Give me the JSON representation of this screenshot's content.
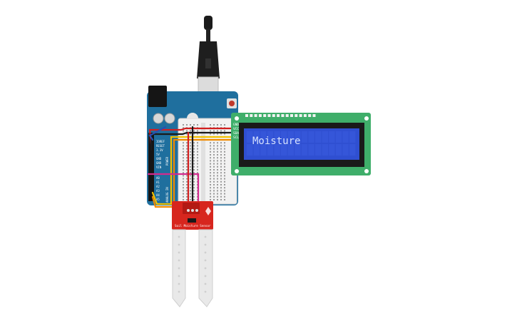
{
  "lcd": {
    "text": "Moisture",
    "pin_labels": [
      "GND",
      "VCC",
      "SDA",
      "SCL"
    ],
    "backlight_color": "#2f4fd1",
    "text_color": "#d6e2ff",
    "board_color": "#3fae6a"
  },
  "arduino": {
    "board_color": "#1f6f9e",
    "power_pin_labels": [
      "IOREF",
      "RESET",
      "3.3V",
      "5V",
      "GND",
      "GND",
      "VIN"
    ],
    "analog_pin_labels": [
      "A0",
      "A1",
      "A2",
      "A3",
      "A4",
      "A5"
    ],
    "power_section_label": "POWER",
    "analog_section_label": "ANALOG IN"
  },
  "sensor": {
    "label": "Soil Moisture Sensor",
    "board_color": "#d7261e"
  },
  "wires": {
    "red": "#d21f1f",
    "black": "#1a1a1a",
    "yellow": "#f2c200",
    "orange": "#f08a00",
    "magenta": "#d42a8e",
    "blue": "#2a4fb0"
  }
}
